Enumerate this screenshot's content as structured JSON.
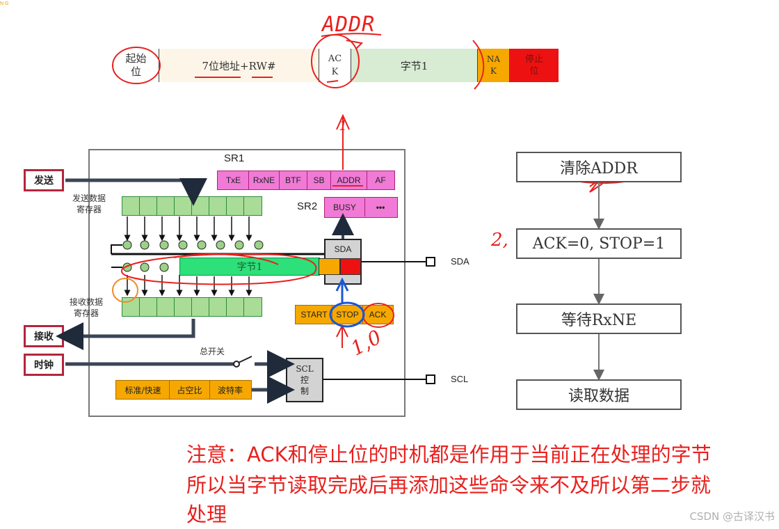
{
  "corner_tag": "NG",
  "annotation_top": "ADDR",
  "frame": {
    "start": "起始\n位",
    "address": "7位地址+RW#",
    "ack": "AC\nK",
    "byte1": "字节1",
    "nak": "NA\nK",
    "stop": "停止\n位"
  },
  "sr1": {
    "label": "SR1",
    "bits": [
      "TxE",
      "RxNE",
      "BTF",
      "SB",
      "ADDR",
      "AF"
    ]
  },
  "sr2": {
    "label": "SR2",
    "bits": [
      "BUSY",
      "•••"
    ]
  },
  "labels": {
    "send": "发送",
    "tx_data_reg": "发送数据\n寄存器",
    "rx_data_reg": "接收数据\n寄存器",
    "receive": "接收",
    "clock": "时钟",
    "master_switch": "总开关",
    "sda_block": "SDA",
    "scl_block": "SCL\n控\n制",
    "sda_pin": "SDA",
    "scl_pin": "SCL",
    "shift_byte": "字节1"
  },
  "ctrl_bits": [
    "START",
    "STOP",
    "ACK"
  ],
  "scl_config": [
    "标准/快速",
    "占空比",
    "波特率"
  ],
  "handwritten": {
    "step_one": "1",
    "step_two": "2,",
    "value": "1,0"
  },
  "flow": [
    "清除ADDR",
    "ACK=0, STOP=1",
    "等待RxNE",
    "读取数据"
  ],
  "note": {
    "line1": "注意：ACK和停止位的时机都是作用于当前正在处理的字节",
    "line2": "所以当字节读取完成后再添加这些命令来不及所以第二步就",
    "line3": "处理"
  },
  "watermark": "CSDN @古译汉书",
  "colors": {
    "red_ink": "#e8201e",
    "blue_ink": "#1a56d6",
    "magenta": "#f07ad6",
    "green": "#a9dc97",
    "orange": "#f6a800",
    "stop_red": "#ee1111"
  }
}
